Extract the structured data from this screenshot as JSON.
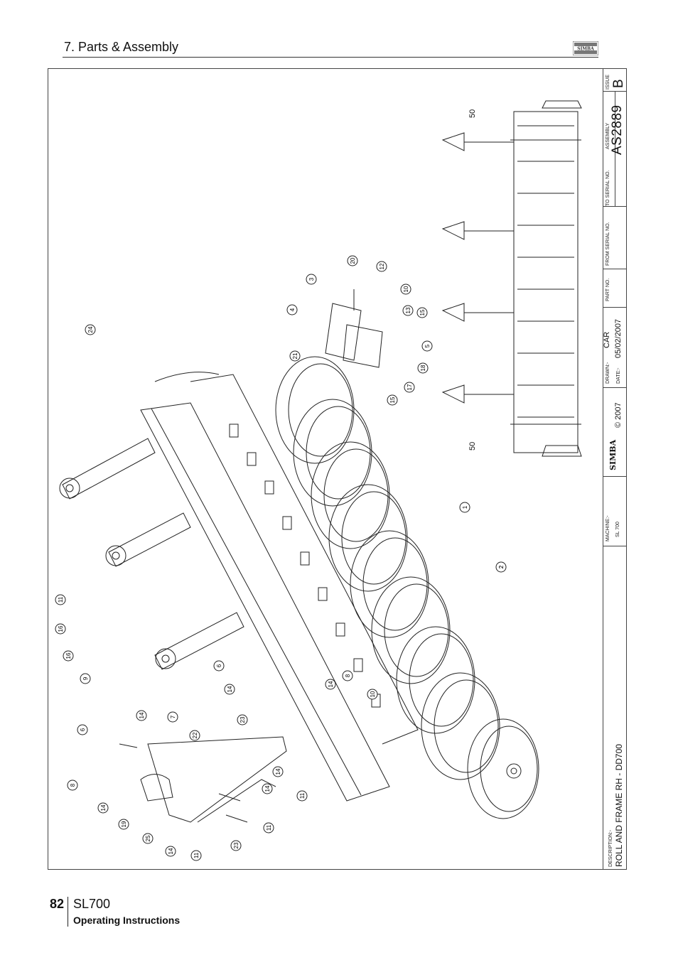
{
  "header": {
    "section_title": "7. Parts & Assembly",
    "logo_text": "SIMBA"
  },
  "title_block": {
    "issue_label": "ISSUE",
    "issue_value": "B",
    "assembly_label": "ASSEMBLY",
    "assembly_value": "AS2889",
    "to_serial_label": "TO SERIAL NO.",
    "from_serial_label": "FROM SERIAL NO.",
    "part_no_label": "PART NO.",
    "drawn_label": "DRAWN:-",
    "drawn_value": "CAR",
    "date_label": "DATE:-",
    "date_value": "05/02/2007",
    "copyright": "© 2007",
    "brand": "SIMBA",
    "machine_label": "MACHINE:-",
    "machine_value": "SL 700",
    "description_label": "DESCRIPTION:-",
    "description_value": "ROLL AND FRAME  RH - DD700"
  },
  "dimensions": [
    "50",
    "50"
  ],
  "callouts": [
    "1",
    "2",
    "3",
    "4",
    "5",
    "6",
    "6",
    "7",
    "8",
    "8",
    "9",
    "10",
    "10",
    "11",
    "11",
    "11",
    "11",
    "12",
    "13",
    "14",
    "14",
    "14",
    "14",
    "14",
    "14",
    "14",
    "15",
    "15",
    "16",
    "16",
    "17",
    "18",
    "19",
    "20",
    "21",
    "22",
    "23",
    "23",
    "24",
    "25"
  ],
  "footer": {
    "page_number": "82",
    "model": "SL700",
    "subtitle": "Operating Instructions"
  }
}
